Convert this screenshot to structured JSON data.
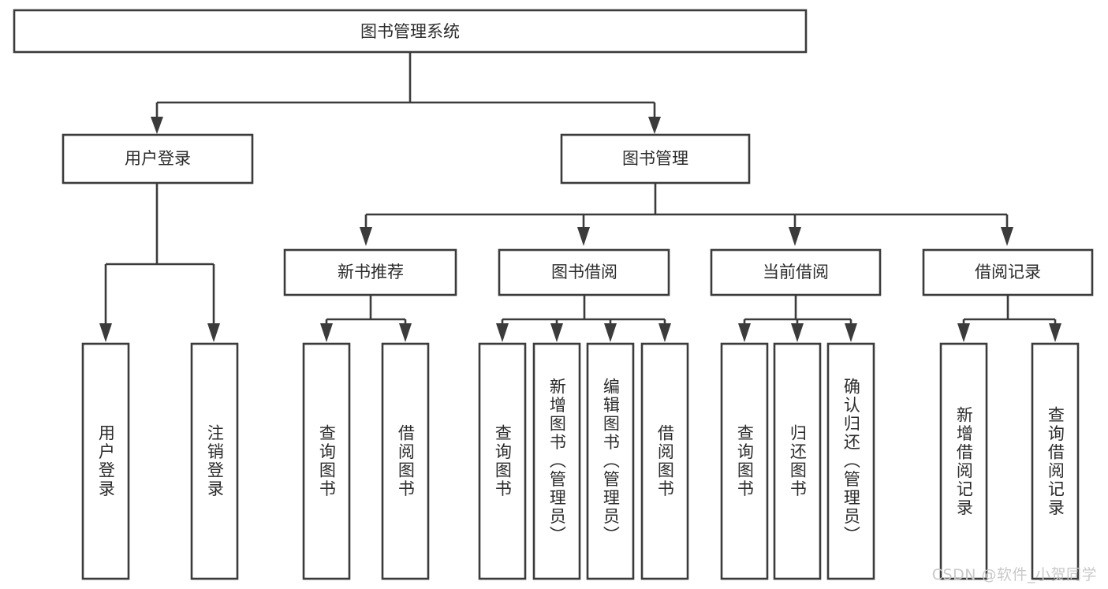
{
  "diagram": {
    "type": "tree",
    "title": "图书管理系统",
    "root": {
      "id": "root",
      "label": "图书管理系统",
      "orientation": "horizontal"
    },
    "level2": [
      {
        "id": "user-login",
        "label": "用户登录",
        "orientation": "horizontal"
      },
      {
        "id": "book-manage",
        "label": "图书管理",
        "orientation": "horizontal"
      }
    ],
    "level3": [
      {
        "id": "new-book-recommend",
        "label": "新书推荐",
        "orientation": "horizontal",
        "parent": "book-manage"
      },
      {
        "id": "book-borrow",
        "label": "图书借阅",
        "orientation": "horizontal",
        "parent": "book-manage"
      },
      {
        "id": "current-borrow",
        "label": "当前借阅",
        "orientation": "horizontal",
        "parent": "book-manage"
      },
      {
        "id": "borrow-record",
        "label": "借阅记录",
        "orientation": "horizontal",
        "parent": "book-manage"
      }
    ],
    "leaves": [
      {
        "id": "leaf-user-login",
        "label": "用户登录",
        "orientation": "vertical",
        "parent": "user-login"
      },
      {
        "id": "leaf-user-logout",
        "label": "注销登录",
        "orientation": "vertical",
        "parent": "user-login"
      },
      {
        "id": "leaf-query-book-1",
        "label": "查询图书",
        "orientation": "vertical",
        "parent": "new-book-recommend"
      },
      {
        "id": "leaf-borrow-book-1",
        "label": "借阅图书",
        "orientation": "vertical",
        "parent": "new-book-recommend"
      },
      {
        "id": "leaf-query-book-2",
        "label": "查询图书",
        "orientation": "vertical",
        "parent": "book-borrow"
      },
      {
        "id": "leaf-add-book",
        "label": "新增图书（管理员）",
        "orientation": "vertical",
        "parent": "book-borrow"
      },
      {
        "id": "leaf-edit-book",
        "label": "编辑图书（管理员）",
        "orientation": "vertical",
        "parent": "book-borrow"
      },
      {
        "id": "leaf-borrow-book-2",
        "label": "借阅图书",
        "orientation": "vertical",
        "parent": "book-borrow"
      },
      {
        "id": "leaf-query-book-3",
        "label": "查询图书",
        "orientation": "vertical",
        "parent": "current-borrow"
      },
      {
        "id": "leaf-return-book",
        "label": "归还图书",
        "orientation": "vertical",
        "parent": "current-borrow"
      },
      {
        "id": "leaf-confirm-return",
        "label": "确认归还（管理员）",
        "orientation": "vertical",
        "parent": "current-borrow"
      },
      {
        "id": "leaf-add-record",
        "label": "新增借阅记录",
        "orientation": "vertical",
        "parent": "borrow-record"
      },
      {
        "id": "leaf-query-record",
        "label": "查询借阅记录",
        "orientation": "vertical",
        "parent": "borrow-record"
      }
    ],
    "colors": {
      "box_stroke": "#3b3b3b",
      "box_fill": "#ffffff",
      "text": "#2b2b2b",
      "connector": "#3b3b3b",
      "background": "#ffffff",
      "watermark": "#c9c9c9"
    }
  },
  "watermark": {
    "text": "CSDN @软件_小贺同学"
  }
}
